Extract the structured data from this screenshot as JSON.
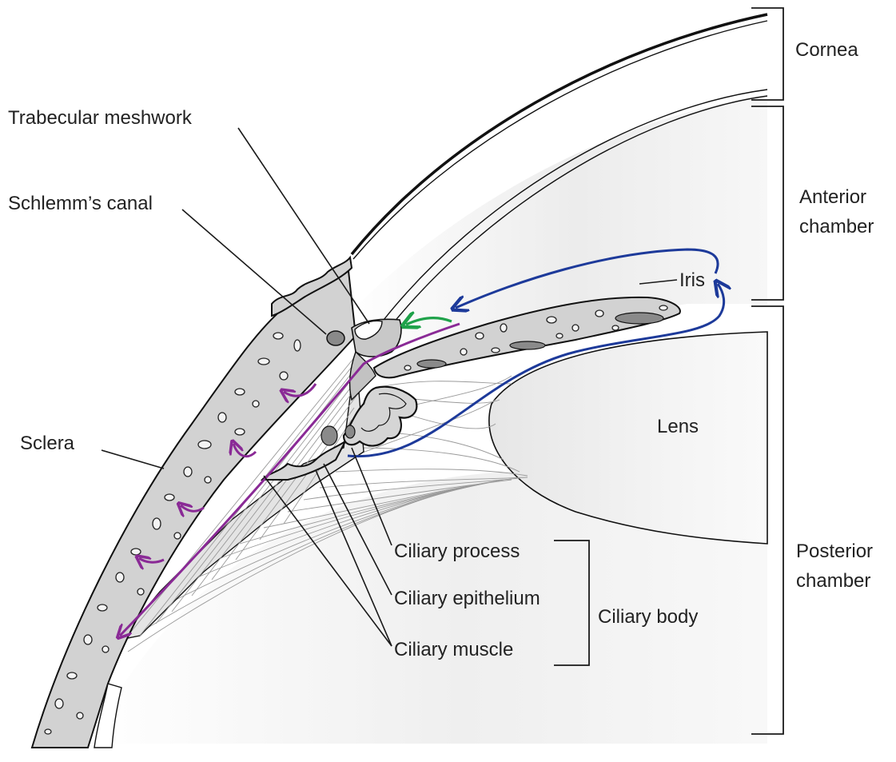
{
  "labels": {
    "cornea": "Cornea",
    "anterior_chamber_1": "Anterior",
    "anterior_chamber_2": "chamber",
    "trabecular_meshwork": "Trabecular meshwork",
    "schlemms_canal": "Schlemm’s canal",
    "iris": "Iris",
    "lens": "Lens",
    "sclera": "Sclera",
    "ciliary_process": "Ciliary process",
    "ciliary_epithelium": "Ciliary epithelium",
    "ciliary_muscle": "Ciliary muscle",
    "ciliary_body": "Ciliary body",
    "posterior_chamber_1": "Posterior",
    "posterior_chamber_2": "chamber"
  },
  "colors": {
    "tissue": "#d2d2d2",
    "outflow_uveoscleral": "#8a2a96",
    "outflow_trabecular": "#1fa24a",
    "aqueous_flow": "#1d3a9a"
  }
}
